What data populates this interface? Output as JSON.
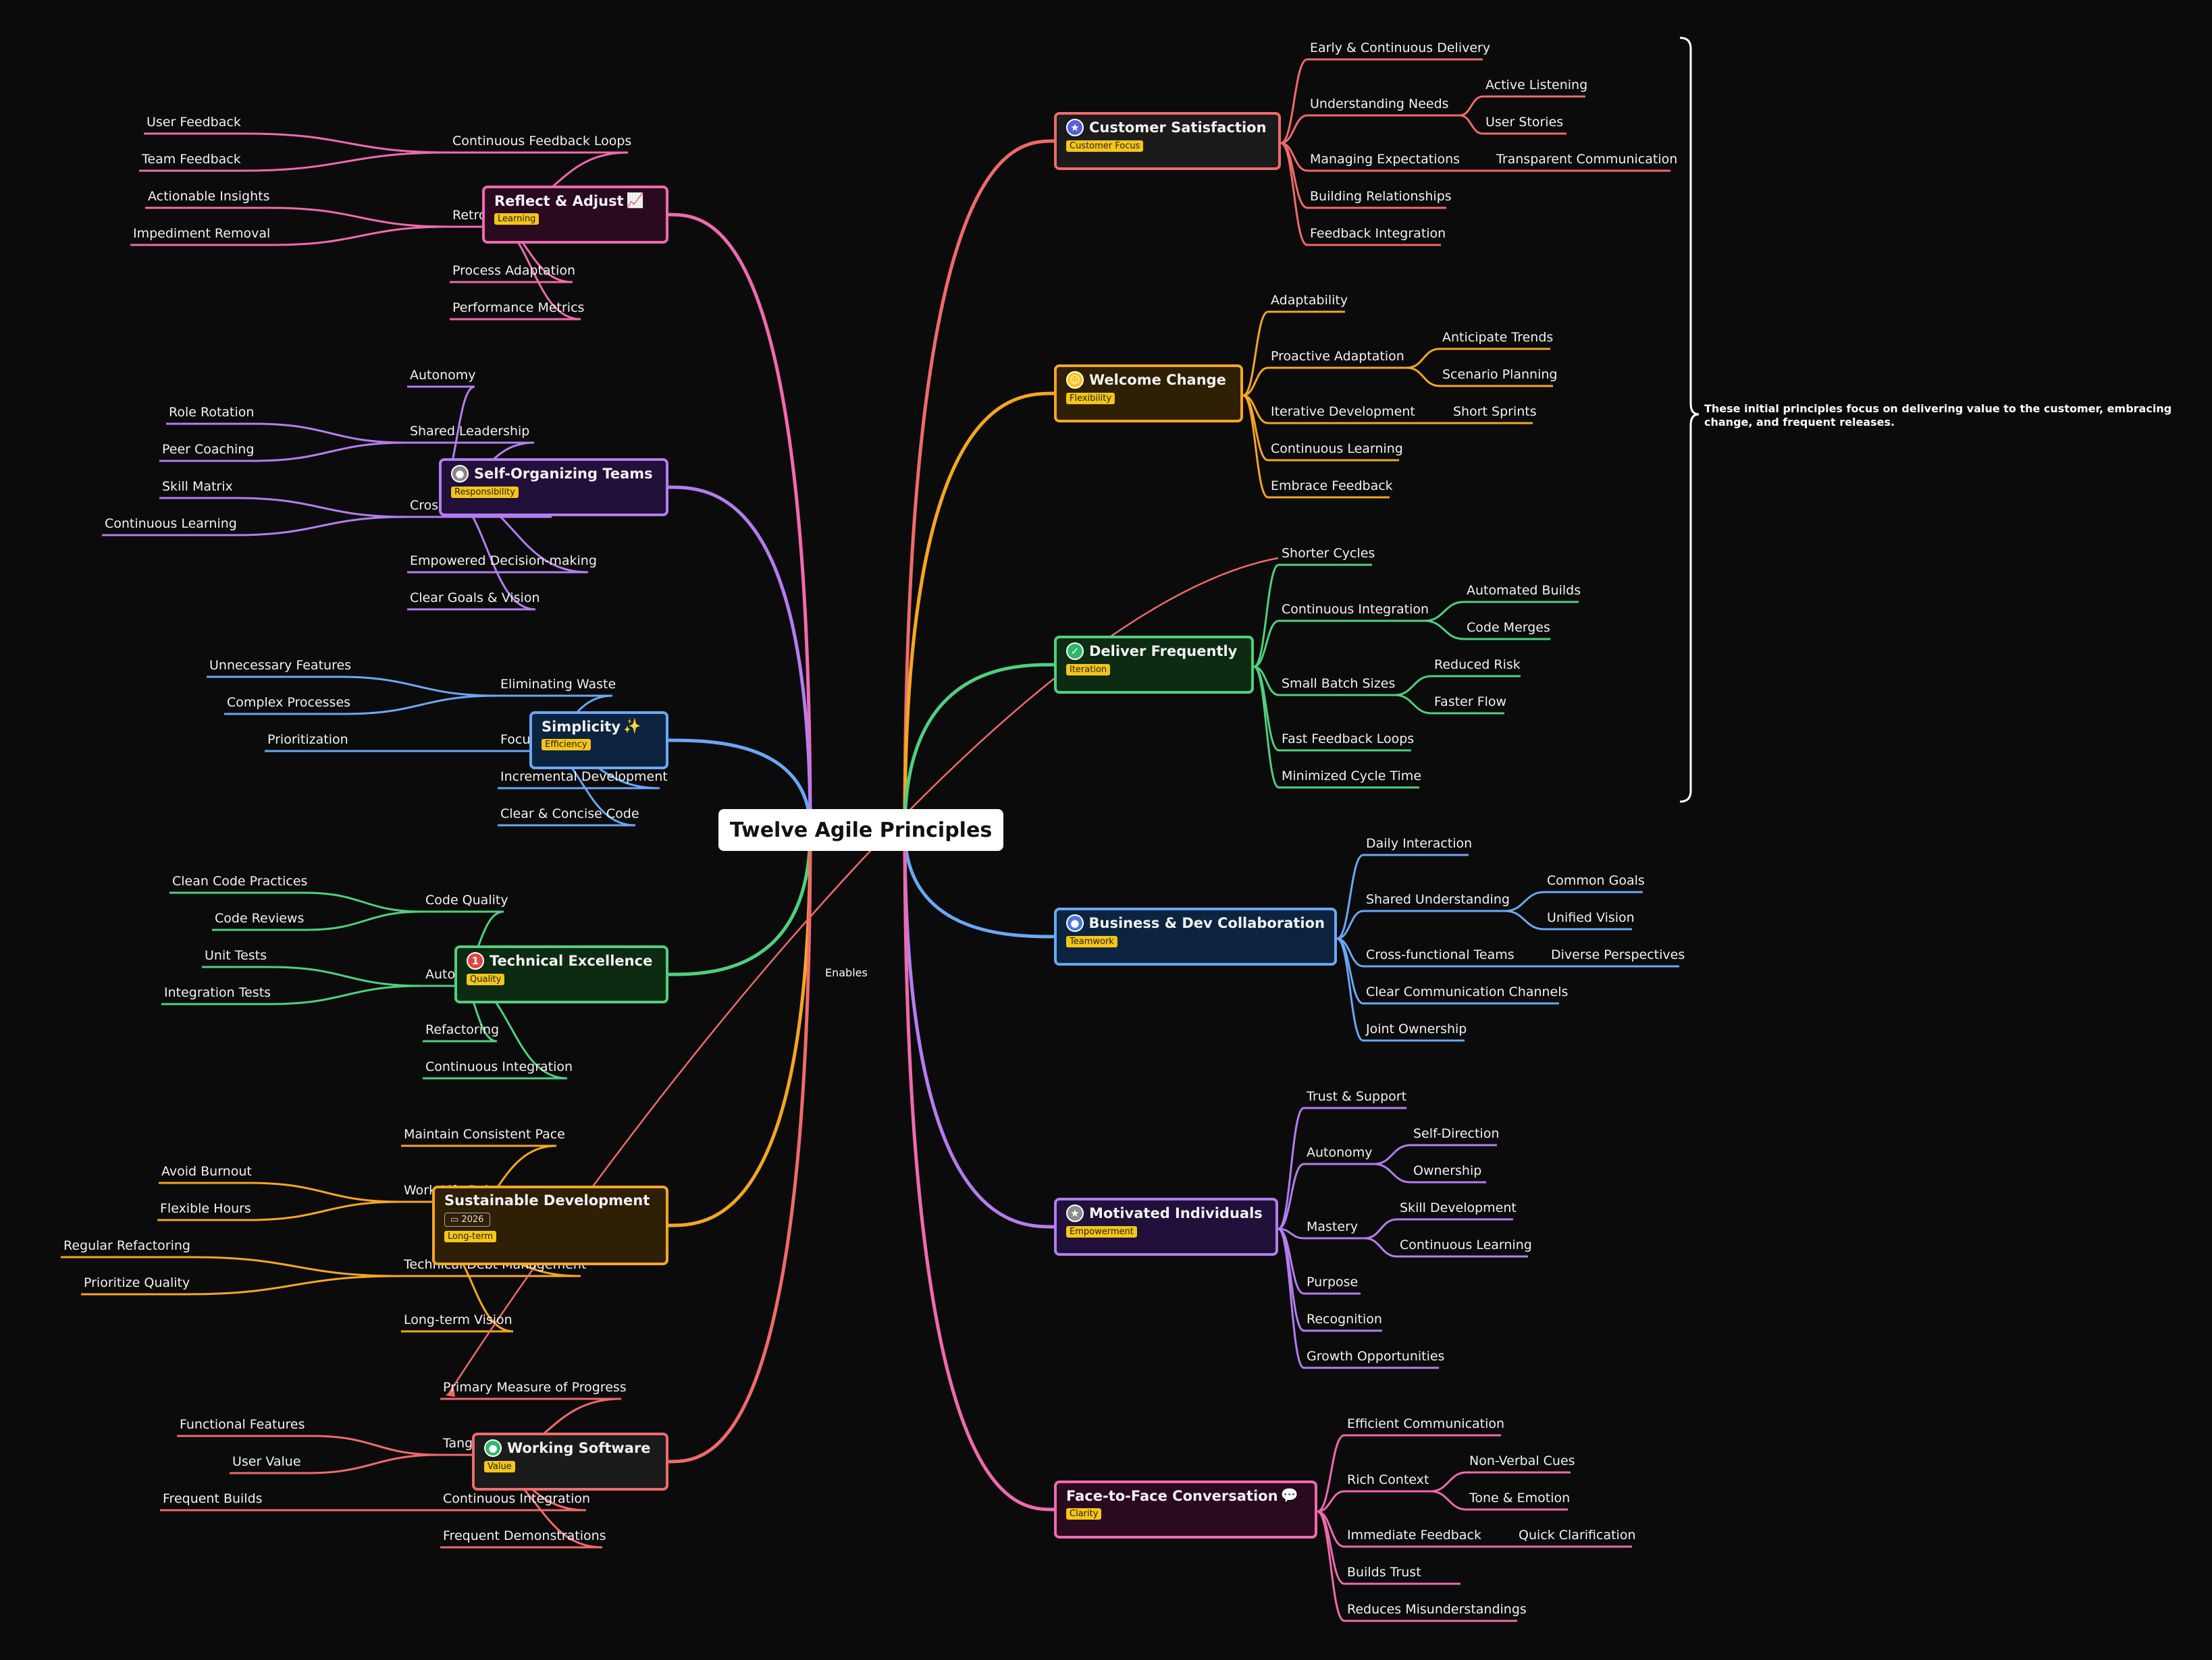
{
  "root": {
    "label": "Twelve Agile Principles"
  },
  "callout": {
    "text": "These initial principles focus on delivering value to the customer, embracing change, and frequent releases."
  },
  "cross_link": {
    "label": "Enables"
  },
  "colors": {
    "background": "#0b0b0b",
    "badge": "#f5c518",
    "red": "#f06a6a",
    "orange": "#f5a623",
    "green": "#4fd07e",
    "blue": "#6aa8f5",
    "purple": "#b57df0",
    "pink": "#f06aaf"
  },
  "branches": [
    {
      "title": "Customer Satisfaction",
      "badge": "Customer Focus",
      "icon": "star-icon"
    },
    {
      "title": "Welcome Change",
      "badge": "Flexibility",
      "icon": "smile-icon"
    },
    {
      "title": "Deliver Frequently",
      "badge": "Iteration",
      "icon": "check-icon"
    },
    {
      "title": "Business & Dev Collaboration",
      "badge": "Teamwork",
      "icon": "person-icon"
    },
    {
      "title": "Motivated Individuals",
      "badge": "Empowerment",
      "icon": "star-icon"
    },
    {
      "title": "Face-to-Face Conversation",
      "badge": "Clarity",
      "icon": "speech-bubble-icon"
    },
    {
      "title": "Reflect & Adjust",
      "badge": "Learning",
      "icon": "chart-icon"
    },
    {
      "title": "Self-Organizing Teams",
      "badge": "Responsibility",
      "icon": "person-icon"
    },
    {
      "title": "Simplicity",
      "badge": "Efficiency",
      "icon": "sparkles-icon"
    },
    {
      "title": "Technical Excellence",
      "badge": "Quality",
      "icon": "number-one-icon"
    },
    {
      "title": "Sustainable Development",
      "badge": "Long-term",
      "date": "2026",
      "icon": "calendar-icon"
    },
    {
      "title": "Working Software",
      "badge": "Value",
      "icon": "chat-icon"
    }
  ],
  "nodes": [
    {
      "text": "Early & Continuous Delivery"
    },
    {
      "text": "Understanding Needs"
    },
    {
      "text": "Active Listening"
    },
    {
      "text": "User Stories"
    },
    {
      "text": "Managing Expectations"
    },
    {
      "text": "Transparent Communication"
    },
    {
      "text": "Building Relationships"
    },
    {
      "text": "Feedback Integration"
    },
    {
      "text": "Adaptability"
    },
    {
      "text": "Proactive Adaptation"
    },
    {
      "text": "Anticipate Trends"
    },
    {
      "text": "Scenario Planning"
    },
    {
      "text": "Iterative Development"
    },
    {
      "text": "Short Sprints"
    },
    {
      "text": "Continuous Learning"
    },
    {
      "text": "Embrace Feedback"
    },
    {
      "text": "Shorter Cycles"
    },
    {
      "text": "Continuous Integration"
    },
    {
      "text": "Automated Builds"
    },
    {
      "text": "Code Merges"
    },
    {
      "text": "Small Batch Sizes"
    },
    {
      "text": "Reduced Risk"
    },
    {
      "text": "Faster Flow"
    },
    {
      "text": "Fast Feedback Loops"
    },
    {
      "text": "Minimized Cycle Time"
    },
    {
      "text": "Daily Interaction"
    },
    {
      "text": "Shared Understanding"
    },
    {
      "text": "Common Goals"
    },
    {
      "text": "Unified Vision"
    },
    {
      "text": "Cross-functional Teams"
    },
    {
      "text": "Diverse Perspectives"
    },
    {
      "text": "Clear Communication Channels"
    },
    {
      "text": "Joint Ownership"
    },
    {
      "text": "Trust & Support"
    },
    {
      "text": "Autonomy"
    },
    {
      "text": "Self-Direction"
    },
    {
      "text": "Ownership"
    },
    {
      "text": "Mastery"
    },
    {
      "text": "Skill Development"
    },
    {
      "text": "Continuous Learning"
    },
    {
      "text": "Purpose"
    },
    {
      "text": "Recognition"
    },
    {
      "text": "Growth Opportunities"
    },
    {
      "text": "Efficient Communication"
    },
    {
      "text": "Rich Context"
    },
    {
      "text": "Non-Verbal Cues"
    },
    {
      "text": "Tone & Emotion"
    },
    {
      "text": "Immediate Feedback"
    },
    {
      "text": "Quick Clarification"
    },
    {
      "text": "Builds Trust"
    },
    {
      "text": "Reduces Misunderstandings"
    },
    {
      "text": "Continuous Feedback Loops"
    },
    {
      "text": "User Feedback"
    },
    {
      "text": "Team Feedback"
    },
    {
      "text": "Retrospective Meetings"
    },
    {
      "text": "Actionable Insights"
    },
    {
      "text": "Impediment Removal"
    },
    {
      "text": "Process Adaptation"
    },
    {
      "text": "Performance Metrics"
    },
    {
      "text": "Autonomy"
    },
    {
      "text": "Shared Leadership"
    },
    {
      "text": "Role Rotation"
    },
    {
      "text": "Peer Coaching"
    },
    {
      "text": "Cross-functional Skills"
    },
    {
      "text": "Skill Matrix"
    },
    {
      "text": "Continuous Learning"
    },
    {
      "text": "Empowered Decision-making"
    },
    {
      "text": "Clear Goals & Vision"
    },
    {
      "text": "Eliminating Waste"
    },
    {
      "text": "Unnecessary Features"
    },
    {
      "text": "Complex Processes"
    },
    {
      "text": "Focusing on Value"
    },
    {
      "text": "Prioritization"
    },
    {
      "text": "Incremental Development"
    },
    {
      "text": "Clear & Concise Code"
    },
    {
      "text": "Code Quality"
    },
    {
      "text": "Clean Code Practices"
    },
    {
      "text": "Code Reviews"
    },
    {
      "text": "Automated Testing"
    },
    {
      "text": "Unit Tests"
    },
    {
      "text": "Integration Tests"
    },
    {
      "text": "Refactoring"
    },
    {
      "text": "Continuous Integration"
    },
    {
      "text": "Maintain Consistent Pace"
    },
    {
      "text": "Work-Life Balance"
    },
    {
      "text": "Avoid Burnout"
    },
    {
      "text": "Flexible Hours"
    },
    {
      "text": "Technical Debt Management"
    },
    {
      "text": "Regular Refactoring"
    },
    {
      "text": "Prioritize Quality"
    },
    {
      "text": "Long-term Vision"
    },
    {
      "text": "Primary Measure of Progress"
    },
    {
      "text": "Tangible Results"
    },
    {
      "text": "Functional Features"
    },
    {
      "text": "User Value"
    },
    {
      "text": "Continuous Integration"
    },
    {
      "text": "Frequent Builds"
    },
    {
      "text": "Frequent Demonstrations"
    }
  ]
}
